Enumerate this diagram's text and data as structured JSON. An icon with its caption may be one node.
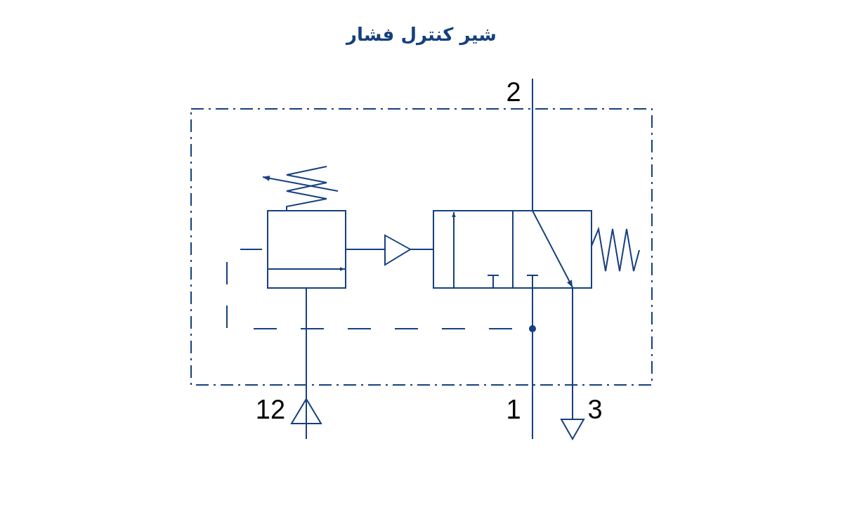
{
  "diagram": {
    "title": "شیر کنترل فشار",
    "labels": [
      "2",
      "12",
      "1",
      "3"
    ]
  }
}
